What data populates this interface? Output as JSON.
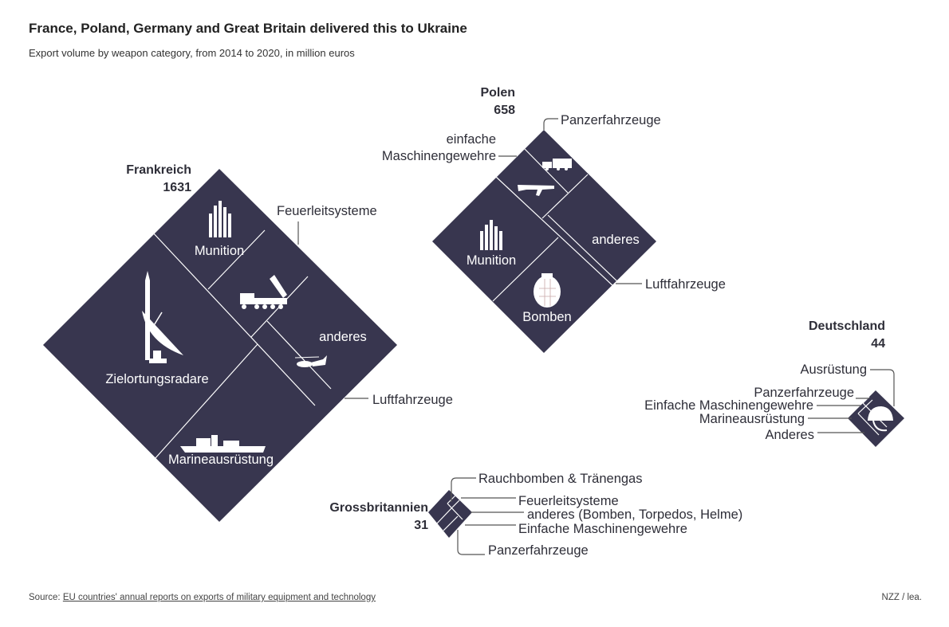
{
  "title": "France, Poland, Germany and Great Britain delivered this to Ukraine",
  "subtitle": "Export volume by weapon category, from 2014 to 2020, in million euros",
  "colors": {
    "diamond": "#38364f",
    "separator": "#ffffff"
  },
  "chart_data": {
    "type": "treemap-diamond",
    "unit": "million euros",
    "countries": [
      {
        "name": "Frankreich",
        "total": 1631,
        "categories": [
          "Munition",
          "Feuerleitsysteme",
          "anderes",
          "Luftfahrzeuge",
          "Zielortungsradare",
          "Marineausrüstung"
        ]
      },
      {
        "name": "Polen",
        "total": 658,
        "categories": [
          "Panzerfahrzeuge",
          "einfache",
          "Maschinengewehre",
          "anderes",
          "Munition",
          "Bomben",
          "Luftfahrzeuge"
        ]
      },
      {
        "name": "Deutschland",
        "total": 44,
        "categories": [
          "Ausrüstung",
          "Panzerfahrzeuge",
          "Einfache Maschinengewehre",
          "Marineausrüstung",
          "Anderes"
        ]
      },
      {
        "name": "Grossbritannien",
        "total": 31,
        "categories": [
          "Rauchbomben & Tränengas",
          "Feuerleitsysteme",
          "anderes (Bomben, Torpedos, Helme)",
          "Einfache Maschinengewehre",
          "Panzerfahrzeuge"
        ]
      }
    ]
  },
  "footer": {
    "source_prefix": "Source:",
    "source_link": "EU countries' annual reports on exports of military equipment and technology",
    "credit": "NZZ / lea."
  }
}
